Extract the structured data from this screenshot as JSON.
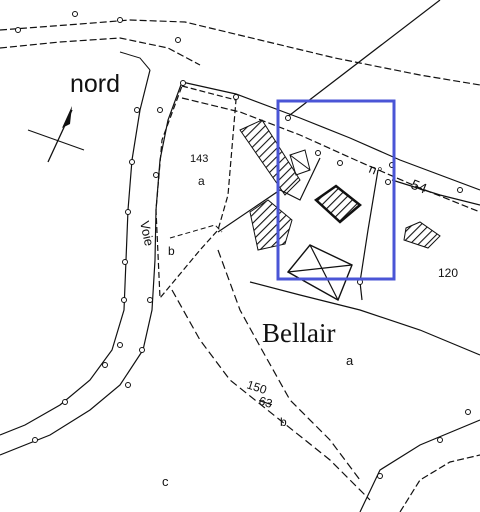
{
  "map": {
    "north_label": "nord",
    "place_name": "Bellair",
    "road_name": "Voie",
    "route_prefix": "n°",
    "route_number": "54",
    "parcels": [
      {
        "number": "143",
        "sub_a": "a",
        "sub_b": "b"
      },
      {
        "number": "150",
        "old_number": "63",
        "sub_b": "b"
      },
      {
        "number": "120"
      }
    ],
    "lot_a": "a",
    "lot_c": "c",
    "highlight_color": "#4a55d6",
    "line_color": "#111111"
  }
}
